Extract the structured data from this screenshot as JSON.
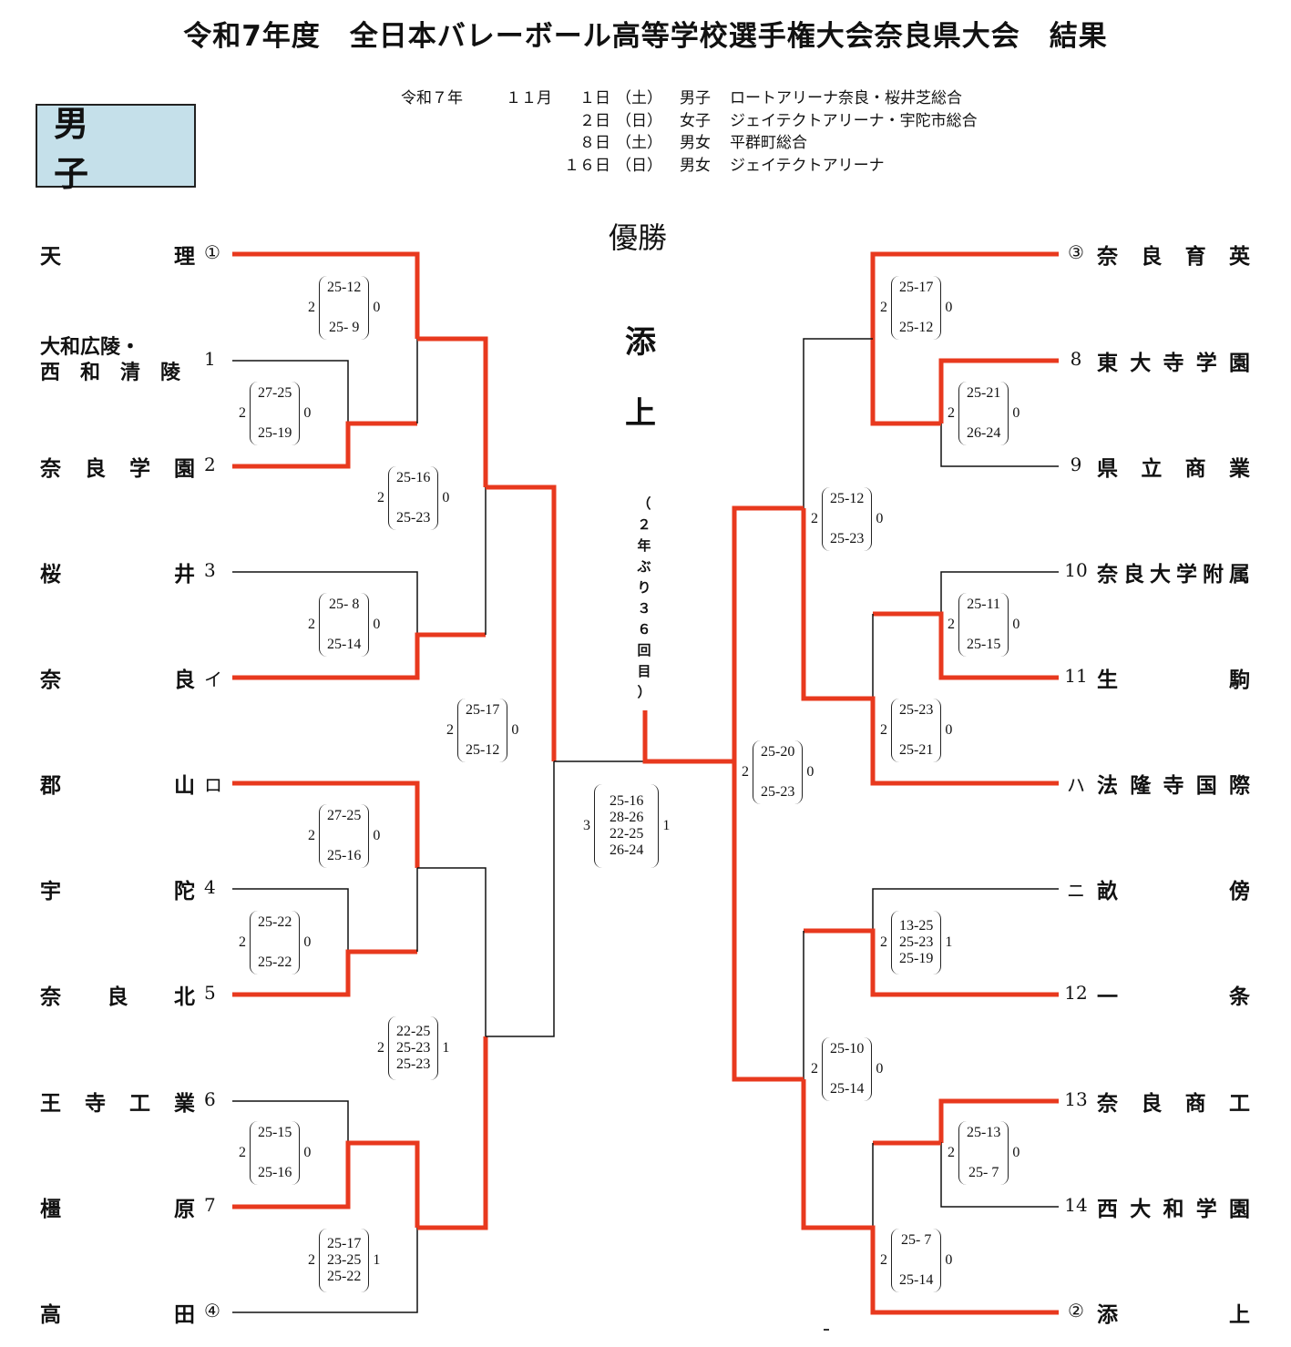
{
  "title": "令和7年度　全日本バレーボール高等学校選手権大会奈良県大会　結果",
  "division": "男　子",
  "schedule": [
    {
      "year": "令和７年",
      "month": "１１月",
      "day": "１日",
      "dow": "（土）",
      "sex": "男子",
      "venue": "ロートアリーナ奈良・桜井芝総合"
    },
    {
      "year": "",
      "month": "",
      "day": "２日",
      "dow": "（日）",
      "sex": "女子",
      "venue": "ジェイテクトアリーナ・宇陀市総合"
    },
    {
      "year": "",
      "month": "",
      "day": "８日",
      "dow": "（土）",
      "sex": "男女",
      "venue": "平群町総合"
    },
    {
      "year": "",
      "month": "",
      "day": "１６日",
      "dow": "（日）",
      "sex": "男女",
      "venue": "ジェイテクトアリーナ"
    }
  ],
  "champion": {
    "label": "優勝",
    "name_chars": [
      "添",
      "上"
    ],
    "note_chars": [
      "（",
      "２",
      "年",
      "ぶ",
      "り",
      "３",
      "６",
      "回",
      "目",
      "）"
    ]
  },
  "colors": {
    "winner_line": "#e8391e",
    "line": "#111111",
    "division_bg": "#c5e0ea"
  },
  "left_teams": [
    {
      "name": [
        "天",
        "理"
      ],
      "seed": "①"
    },
    {
      "name": [
        "大和広陵・",
        "西　和　清　陵"
      ],
      "seed": "1",
      "two_line": true
    },
    {
      "name": [
        "奈",
        "良",
        "学",
        "園"
      ],
      "seed": "2"
    },
    {
      "name": [
        "桜",
        "井"
      ],
      "seed": "3"
    },
    {
      "name": [
        "奈",
        "良"
      ],
      "seed": "イ"
    },
    {
      "name": [
        "郡",
        "山"
      ],
      "seed": "ロ"
    },
    {
      "name": [
        "宇",
        "陀"
      ],
      "seed": "4"
    },
    {
      "name": [
        "奈",
        "良",
        "北"
      ],
      "seed": "5"
    },
    {
      "name": [
        "王",
        "寺",
        "工",
        "業"
      ],
      "seed": "6"
    },
    {
      "name": [
        "橿",
        "原"
      ],
      "seed": "7"
    },
    {
      "name": [
        "高",
        "田"
      ],
      "seed": "④"
    }
  ],
  "right_teams": [
    {
      "name": [
        "奈",
        "良",
        "育",
        "英"
      ],
      "seed": "③"
    },
    {
      "name": [
        "東",
        "大",
        "寺",
        "学",
        "園"
      ],
      "seed": "8"
    },
    {
      "name": [
        "県",
        "立",
        "商",
        "業"
      ],
      "seed": "9"
    },
    {
      "name": [
        "奈",
        "良",
        "大",
        "学",
        "附",
        "属"
      ],
      "seed": "10"
    },
    {
      "name": [
        "生",
        "駒"
      ],
      "seed": "11"
    },
    {
      "name": [
        "法",
        "隆",
        "寺",
        "国",
        "際"
      ],
      "seed": "ハ"
    },
    {
      "name": [
        "畝",
        "傍"
      ],
      "seed": "ニ"
    },
    {
      "name": [
        "一",
        "条"
      ],
      "seed": "12"
    },
    {
      "name": [
        "奈",
        "良",
        "商",
        "工"
      ],
      "seed": "13"
    },
    {
      "name": [
        "西",
        "大",
        "和",
        "学",
        "園"
      ],
      "seed": "14"
    },
    {
      "name": [
        "添",
        "上"
      ],
      "seed": "②"
    }
  ],
  "matches": [
    {
      "id": "L1",
      "w": "2",
      "l": "0",
      "sets": [
        "27-25",
        "25-19"
      ]
    },
    {
      "id": "L2",
      "w": "2",
      "l": "0",
      "sets": [
        "25-12",
        "25- 9"
      ]
    },
    {
      "id": "L3",
      "w": "2",
      "l": "0",
      "sets": [
        "25- 8",
        "25-14"
      ]
    },
    {
      "id": "L4",
      "w": "2",
      "l": "0",
      "sets": [
        "25-16",
        "25-23"
      ]
    },
    {
      "id": "L5",
      "w": "2",
      "l": "0",
      "sets": [
        "25-22",
        "25-22"
      ]
    },
    {
      "id": "L6",
      "w": "2",
      "l": "0",
      "sets": [
        "27-25",
        "25-16"
      ]
    },
    {
      "id": "L7",
      "w": "2",
      "l": "0",
      "sets": [
        "25-15",
        "25-16"
      ]
    },
    {
      "id": "L8",
      "w": "2",
      "l": "1",
      "sets": [
        "25-17",
        "23-25",
        "25-22"
      ]
    },
    {
      "id": "L9",
      "w": "2",
      "l": "1",
      "sets": [
        "22-25",
        "25-23",
        "25-23"
      ]
    },
    {
      "id": "L10",
      "w": "2",
      "l": "0",
      "sets": [
        "25-17",
        "25-12"
      ]
    },
    {
      "id": "R1",
      "w": "2",
      "l": "0",
      "sets": [
        "25-21",
        "26-24"
      ]
    },
    {
      "id": "R2",
      "w": "2",
      "l": "0",
      "sets": [
        "25-17",
        "25-12"
      ]
    },
    {
      "id": "R3",
      "w": "2",
      "l": "0",
      "sets": [
        "25-11",
        "25-15"
      ]
    },
    {
      "id": "R4",
      "w": "2",
      "l": "0",
      "sets": [
        "25-23",
        "25-21"
      ]
    },
    {
      "id": "R5",
      "w": "2",
      "l": "0",
      "sets": [
        "25-12",
        "25-23"
      ]
    },
    {
      "id": "R6",
      "w": "2",
      "l": "1",
      "sets": [
        "13-25",
        "25-23",
        "25-19"
      ]
    },
    {
      "id": "R7",
      "w": "2",
      "l": "0",
      "sets": [
        "25-13",
        "25- 7"
      ]
    },
    {
      "id": "R8",
      "w": "2",
      "l": "0",
      "sets": [
        "25- 7",
        "25-14"
      ]
    },
    {
      "id": "R9",
      "w": "2",
      "l": "0",
      "sets": [
        "25-10",
        "25-14"
      ]
    },
    {
      "id": "R10",
      "w": "2",
      "l": "0",
      "sets": [
        "25-20",
        "25-23"
      ]
    },
    {
      "id": "F",
      "w": "3",
      "l": "1",
      "sets": [
        "25-16",
        "28-26",
        "22-25",
        "26-24"
      ]
    }
  ]
}
